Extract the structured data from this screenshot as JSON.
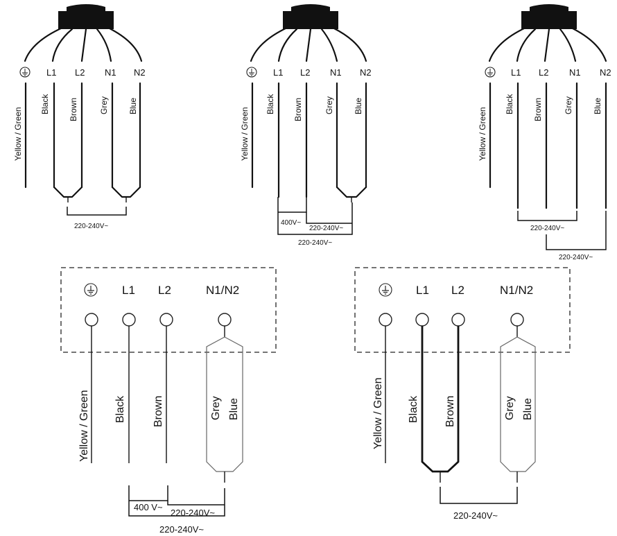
{
  "terminals": {
    "earth": "⏚",
    "l1": "L1",
    "l2": "L2",
    "n1": "N1",
    "n2": "N2",
    "n1n2": "N1/N2"
  },
  "wires": {
    "yellow_green": "Yellow / Green",
    "black": "Black",
    "brown": "Brown",
    "grey": "Grey",
    "blue": "Blue"
  },
  "voltages": {
    "v220_240": "220-240V~",
    "v400": "400V~",
    "v400_spaced": "400 V~"
  },
  "colors": {
    "line": "#111111",
    "grey_wire": "#666666"
  }
}
